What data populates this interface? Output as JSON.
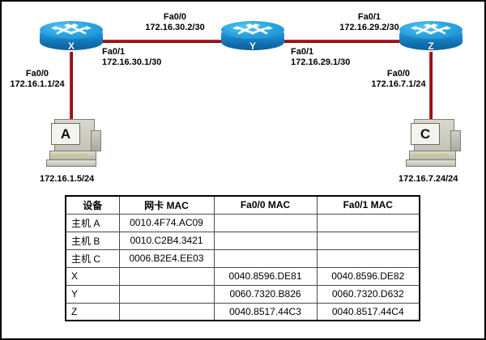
{
  "diagram": {
    "routers": [
      {
        "id": "router-x",
        "label": "X"
      },
      {
        "id": "router-y",
        "label": "Y"
      },
      {
        "id": "router-z",
        "label": "Z"
      }
    ],
    "hosts": [
      {
        "id": "host-a",
        "label": "A",
        "ip": "172.16.1.5/24"
      },
      {
        "id": "host-c",
        "label": "C",
        "ip": "172.16.7.24/24"
      }
    ],
    "interface_labels": {
      "x_fa00_name": "Fa0/0",
      "x_fa00_ip": "172.16.1.1/24",
      "x_fa01_name": "Fa0/1",
      "x_fa01_ip": "172.16.30.1/30",
      "y_fa00_name": "Fa0/0",
      "y_fa00_ip": "172.16.30.2/30",
      "y_fa01_name": "Fa0/1",
      "y_fa01_ip": "172.16.29.1/30",
      "z_fa01_name": "Fa0/1",
      "z_fa01_ip": "172.16.29.2/30",
      "z_fa00_name": "Fa0/0",
      "z_fa00_ip": "172.16.7.1/24"
    },
    "colors": {
      "link": "#a3161f",
      "router": "#1e8fd0",
      "host": "#c2c2b6",
      "border": "#000000"
    }
  },
  "table": {
    "headers": [
      "设备",
      "网卡 MAC",
      "Fa0/0 MAC",
      "Fa0/1 MAC"
    ],
    "rows": [
      {
        "device": "主机 A",
        "nic_mac": "0010.4F74.AC09",
        "fa00_mac": "",
        "fa01_mac": ""
      },
      {
        "device": "主机 B",
        "nic_mac": "0010.C2B4.3421",
        "fa00_mac": "",
        "fa01_mac": ""
      },
      {
        "device": "主机 C",
        "nic_mac": "0006.B2E4.EE03",
        "fa00_mac": "",
        "fa01_mac": ""
      },
      {
        "device": "X",
        "nic_mac": "",
        "fa00_mac": "0040.8596.DE81",
        "fa01_mac": "0040.8596.DE82"
      },
      {
        "device": "Y",
        "nic_mac": "",
        "fa00_mac": "0060.7320.B826",
        "fa01_mac": "0060.7320.D632"
      },
      {
        "device": "Z",
        "nic_mac": "",
        "fa00_mac": "0040.8517.44C3",
        "fa01_mac": "0040.8517.44C4"
      }
    ]
  }
}
